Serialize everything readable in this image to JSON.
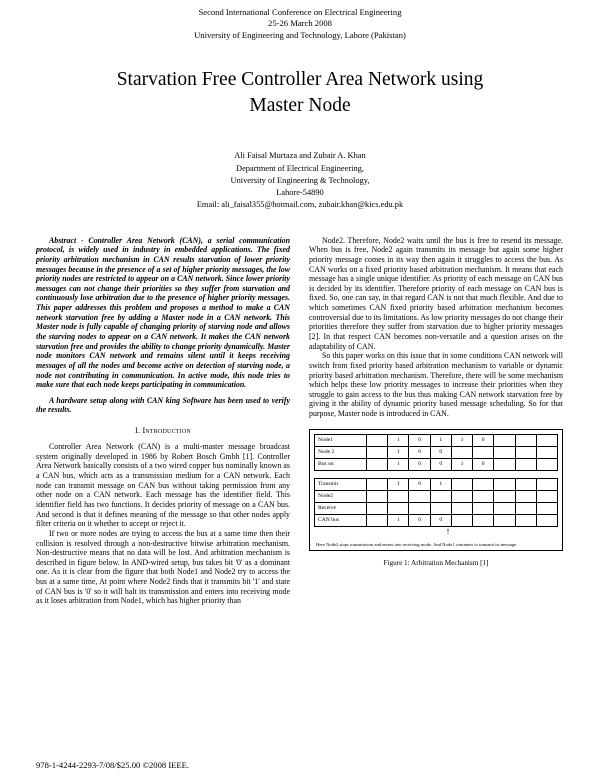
{
  "conference": {
    "line1": "Second International Conference on Electrical Engineering",
    "line2": "25-26 March 2008",
    "line3": "University of Engineering and Technology, Lahore (Pakistan)"
  },
  "paper": {
    "title_line1": "Starvation Free Controller Area Network using",
    "title_line2": "Master Node",
    "authors": "Ali Faisal Murtaza and Zubair A. Khan",
    "affiliation_line1": "Department of Electrical Engineering,",
    "affiliation_line2": "University of Engineering & Technology,",
    "affiliation_line3": "Lahore-54890",
    "email": "Email: ali_faisal355@hotmail.com, zubair.khan@kics.edu.pk"
  },
  "abstract": {
    "para1": "Abstract - Controller Area Network (CAN), a serial communication protocol, is widely used in industry in embedded applications. The fixed priority arbitration mechanism in CAN results starvation of lower priority messages because in the presence of a set of higher priority messages, the low priority nodes are restricted  to appear on a CAN network. Since lower priority messages can not change their priorities so they suffer from starvation and continuously lose arbitration due to the presence of higher priority messages. This paper addresses this problem and proposes a method to make a CAN network starvation free by adding a Master node in a CAN network. This Master node is fully capable of changing priority of starving node and allows the starving nodes to appear on a CAN network.  It makes the CAN network starvation free and provides the ability to change priority dynamically. Master node monitors CAN network and remains silent until it keeps receiving messages of all the nodes and become active on detection of starving node, a node not contributing in communication. In active mode, this node tries to make sure that each node keeps participating in communication.",
    "para2": "A hardware setup along with CAN king Software has been used to verify the results."
  },
  "sections": {
    "introduction_heading": "I.  Introduction"
  },
  "left_column": {
    "paragraphs": [
      "Controller Area Network (CAN) is a multi-master message broadcast system originally developed in 1986 by Robert Bosch Gmbh [1]. Controller Area Network basically consists of a two wired copper bus nominally known as a CAN bus, which acts as a transmission medium for a CAN network. Each node can transmit message on CAN bus without taking permission from any other node on a CAN network. Each message has the identifier field. This identifier field has two functions. It decides priority of message on a CAN bus. And second is that it defines meaning of the message so that other nodes apply filter criteria on it whether to accept or reject it.",
      "If two or more nodes are trying to access the bus at a same time then their collision is resolved through a non-destructive bitwise arbitration mechanism. Non-destructive means that no data will be lost. And arbitration mechanism is described in figure below. In AND-wired setup, bus takes bit '0' as a dominant one. As it is clear from the figure that both Node1 and Node2 try to access the bus at a same time, At point where Node2 finds that it transmits bit '1' and state of CAN bus is '0' so it will halt its transmission and enters into receiving mode as it loses arbitration from Node1, which has higher priority than"
    ]
  },
  "right_column": {
    "paragraphs": [
      "Node2. Therefore, Node2 waits until the bus is free to resend its message. When bus is free, Node2 again transmits its message but again some higher priority message comes in its way then again it struggles to access the bus. As CAN works on a fixed priority based arbitration mechanism. It means that each message has a single unique identifier. As priority of each message on CAN bus is decided by its identifier. Therefore priority of each message on CAN bus is fixed. So, one can say, in that regard CAN is not that much flexible. And due to which sometimes CAN fixed priority based arbitration mechanism becomes controversial due to its limitations. As low priority messages do not change their priorities therefore they suffer from starvation due to higher priority messages [2]. In that respect CAN becomes non-versatile and a question arises on the adaptability of CAN.",
      "So this paper works on this issue that in some conditions CAN network will switch from fixed priority based arbitration mechanism to variable or dynamic priority based arbitration mechanism. Therefore, there will be some mechanism which helps these low priority messages to increase their priorities when they struggle to gain access to the bus thus making CAN network starvation free by giving it the ability of dynamic priority based message scheduling. So for that purpose, Master node is introduced in CAN."
    ]
  },
  "figure": {
    "caption": "Figure 1: Arbitration Mechanism [1]",
    "note": "Here Node2 stops transmission and enters into receiving mode. And Node1 continues to transmit its message",
    "rows_top": [
      {
        "label": "Node1",
        "cells": [
          "",
          "1",
          "0",
          "1",
          "1",
          "0",
          "",
          "",
          ""
        ]
      },
      {
        "label": "Node 2",
        "cells": [
          "",
          "1",
          "0",
          "0",
          "",
          "",
          "",
          "",
          ""
        ]
      },
      {
        "label": "Bus on",
        "cells": [
          "",
          "1",
          "0",
          "0",
          "1",
          "0",
          "",
          "",
          ""
        ]
      }
    ],
    "rows_bottom": [
      {
        "label": "Transmit",
        "cells": [
          "",
          "1",
          "0",
          "1",
          "",
          "",
          "",
          "",
          ""
        ]
      },
      {
        "label": "Node2",
        "cells": [
          "",
          "",
          "",
          "",
          "",
          "",
          "",
          "",
          ""
        ]
      },
      {
        "label": "Receive",
        "cells": [
          "",
          "",
          "",
          "",
          "",
          "",
          "",
          "",
          ""
        ]
      },
      {
        "label": "CAN bus",
        "cells": [
          "",
          "1",
          "0",
          "0",
          "",
          "",
          "",
          "",
          ""
        ]
      }
    ],
    "arrow_glyph": "↑"
  },
  "footer": {
    "isbn_line": "978-1-4244-2293-7/08/$25.00 ©2008 IEEE."
  }
}
